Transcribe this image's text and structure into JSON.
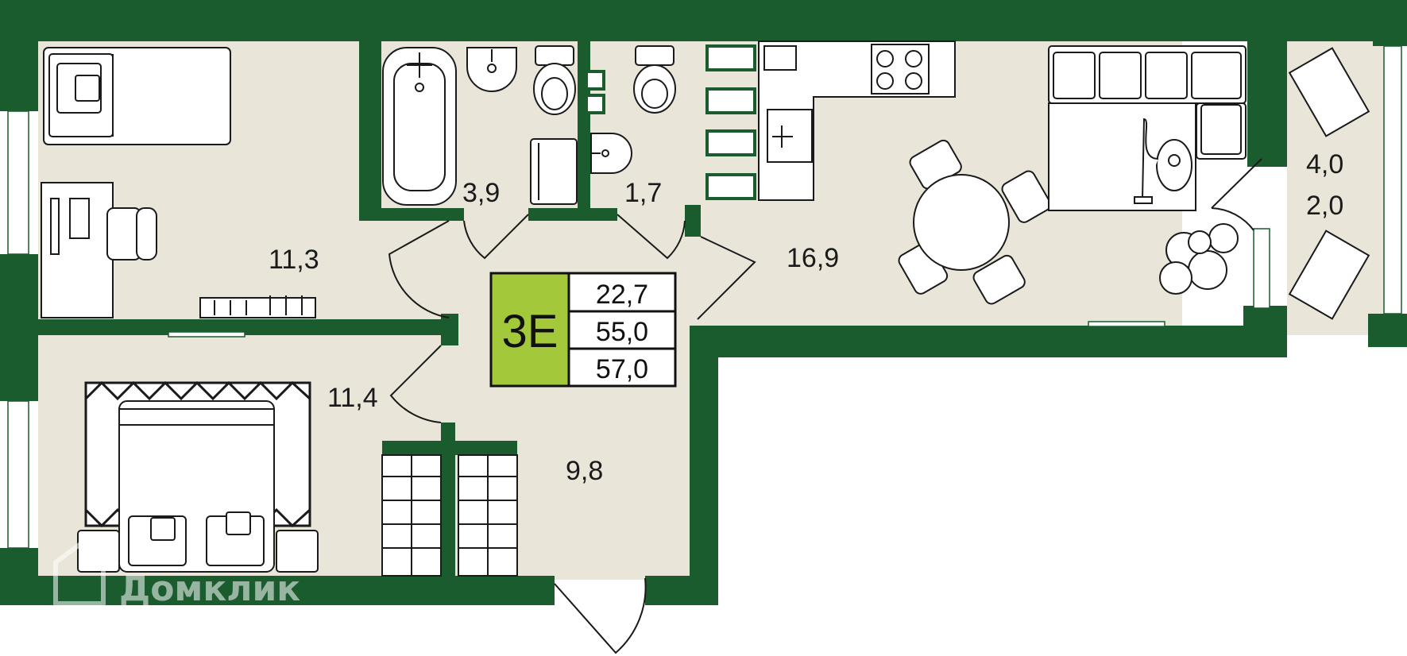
{
  "apartment": {
    "type_label": "3E",
    "living_area": "22,7",
    "total_area": "55,0",
    "total_area_with_balcony": "57,0"
  },
  "rooms": {
    "bedroom_top": "11,3",
    "bathroom": "3,9",
    "toilet": "1,7",
    "kitchen_living": "16,9",
    "balcony_1": "4,0",
    "balcony_2": "2,0",
    "bedroom_bottom": "11,4",
    "hallway": "9,8"
  },
  "watermark": "Домклик",
  "colors": {
    "wall": "#1a5c2e",
    "floor": "#e9e5d9",
    "accent": "#a3c93a"
  }
}
